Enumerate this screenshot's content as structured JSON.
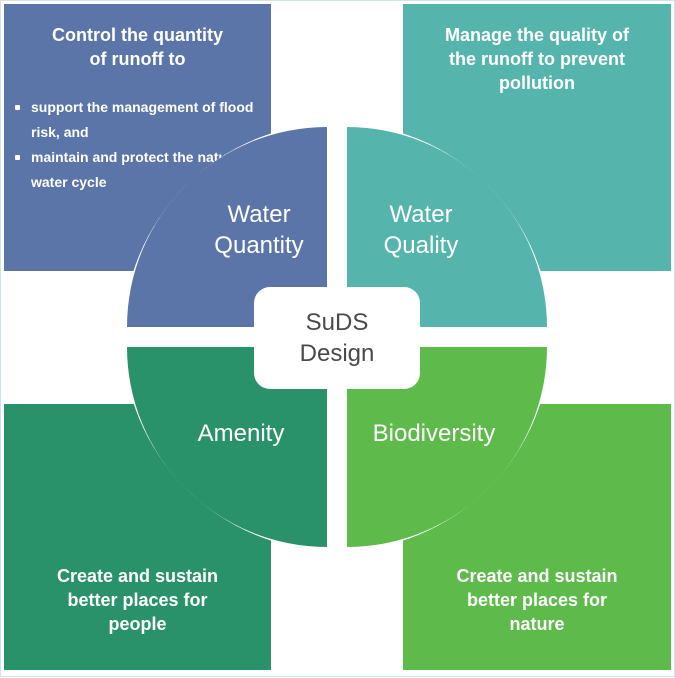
{
  "colors": {
    "water_quantity": "#5b75a8",
    "water_quality": "#55b5ad",
    "amenity": "#2a926a",
    "biodiversity": "#5dba4b",
    "center_text": "#4a4a4a",
    "background": "#ffffff"
  },
  "top_left": {
    "heading_line1": "Control the quantity",
    "heading_line2": "of runoff to",
    "bullets": [
      "support the management of flood risk, and",
      "maintain and protect the natural water cycle"
    ]
  },
  "top_right": {
    "heading_line1": "Manage the quality of",
    "heading_line2": "the runoff to prevent",
    "heading_line3": "pollution"
  },
  "bottom_left": {
    "line1": "Create and sustain",
    "line2": "better places for",
    "line3": "people"
  },
  "bottom_right": {
    "line1": "Create and sustain",
    "line2": "better places for",
    "line3": "nature"
  },
  "quadrants": {
    "water_quantity_line1": "Water",
    "water_quantity_line2": "Quantity",
    "water_quality_line1": "Water",
    "water_quality_line2": "Quality",
    "amenity": "Amenity",
    "biodiversity": "Biodiversity"
  },
  "center": {
    "line1": "SuDS",
    "line2": "Design"
  }
}
